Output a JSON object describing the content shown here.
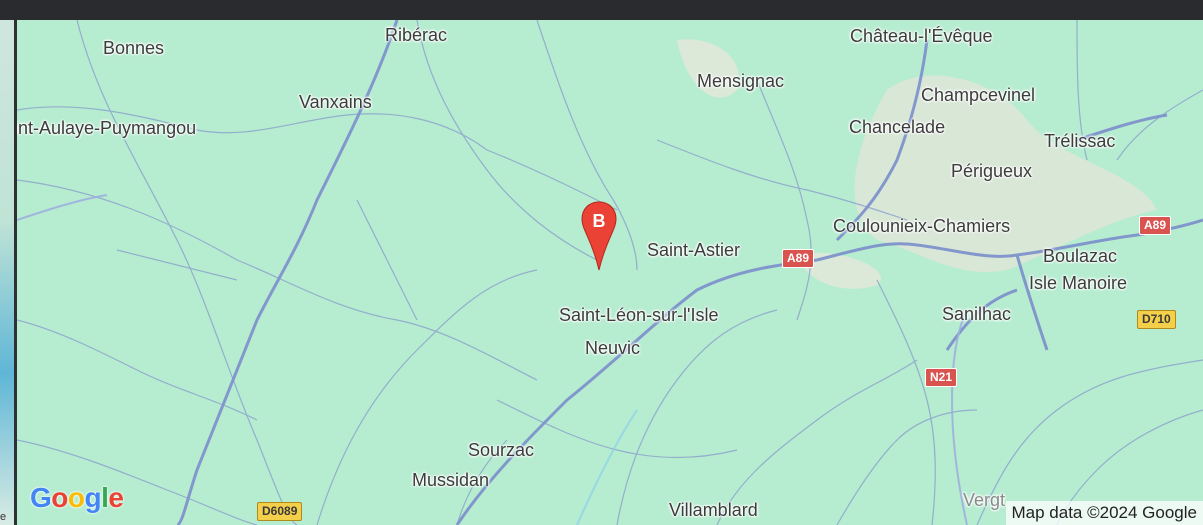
{
  "map": {
    "places": [
      {
        "id": "bonnes",
        "label": "Bonnes"
      },
      {
        "id": "riberac",
        "label": "Ribérac"
      },
      {
        "id": "chateau-leveque",
        "label": "Château-l'Évêque"
      },
      {
        "id": "vanxains",
        "label": "Vanxains"
      },
      {
        "id": "mensignac",
        "label": "Mensignac"
      },
      {
        "id": "champcevinel",
        "label": "Champcevinel"
      },
      {
        "id": "saint-aulaye",
        "label": "int-Aulaye-Puymangou"
      },
      {
        "id": "chancelade",
        "label": "Chancelade"
      },
      {
        "id": "trelissac",
        "label": "Trélissac"
      },
      {
        "id": "perigueux",
        "label": "Périgueux"
      },
      {
        "id": "coulounieix",
        "label": "Coulounieix-Chamiers"
      },
      {
        "id": "saint-astier",
        "label": "Saint-Astier"
      },
      {
        "id": "boulazac",
        "label": "Boulazac"
      },
      {
        "id": "isle-manoire",
        "label": "Isle Manoire"
      },
      {
        "id": "saint-leon",
        "label": "Saint-Léon-sur-l'Isle"
      },
      {
        "id": "sanilhac",
        "label": "Sanilhac"
      },
      {
        "id": "neuvic",
        "label": "Neuvic"
      },
      {
        "id": "sourzac",
        "label": "Sourzac"
      },
      {
        "id": "mussidan",
        "label": "Mussidan"
      },
      {
        "id": "villamblard",
        "label": "Villamblard"
      },
      {
        "id": "vergt",
        "label": "Vergt"
      }
    ],
    "road_shields": [
      {
        "id": "a89-west",
        "label": "A89",
        "style": "red"
      },
      {
        "id": "a89-east",
        "label": "A89",
        "style": "red"
      },
      {
        "id": "n21",
        "label": "N21",
        "style": "red"
      },
      {
        "id": "d710",
        "label": "D710",
        "style": "yellow"
      },
      {
        "id": "d6089",
        "label": "D6089",
        "style": "yellow"
      }
    ],
    "marker": {
      "letter": "B",
      "color": "#ea4335"
    },
    "attribution": "Map data ©2024 Google",
    "logo": "Google",
    "left_panel_fragment": "e"
  },
  "colors": {
    "land": "#b6ecd0",
    "road": "#7b8fc4",
    "major_road": "#8fa2d6",
    "urban": "#e3e5da",
    "marker": "#ea4335"
  }
}
